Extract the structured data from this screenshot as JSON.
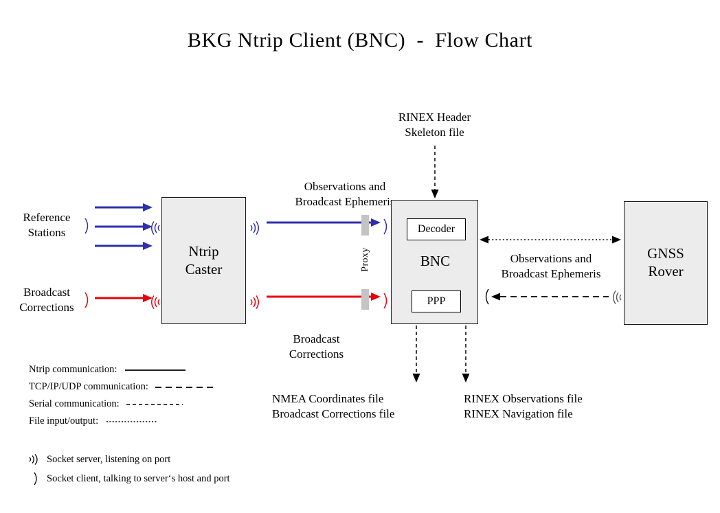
{
  "title": "BKG Ntrip Client (BNC)  -  Flow Chart",
  "colors": {
    "ntrip_blue": "#2f2fae",
    "broadcast_red": "#e8000a",
    "box_fill": "#ececec",
    "box_border": "#1a1a1a",
    "proxy_bar": "#c4c4c4",
    "background": "#ffffff"
  },
  "nodes": {
    "reference_stations": "Reference\nStations",
    "broadcast_corrections_source": "Broadcast\nCorrections",
    "ntrip_caster": "Ntrip\nCaster",
    "bnc": "BNC",
    "decoder": "Decoder",
    "ppp": "PPP",
    "gnss_rover": "GNSS\nRover",
    "proxy": "Proxy"
  },
  "flow_labels": {
    "rinex_header_skeleton": "RINEX Header\nSkeleton file",
    "observations_ephemeris_left": "Observations and\nBroadcast Ephemeris",
    "broadcast_corrections_mid": "Broadcast\nCorrections",
    "observations_ephemeris_right": "Observations and\nBroadcast Ephemeris",
    "nmea_output": "NMEA Coordinates file\nBroadcast Corrections file",
    "rinex_output": "RINEX Observations file\nRINEX Navigation file"
  },
  "legend": {
    "lines": [
      {
        "label": "Ntrip communication:",
        "style": "solid"
      },
      {
        "label": "TCP/IP/UDP communication:",
        "style": "long-dashed"
      },
      {
        "label": "Serial communication:",
        "style": "medium-dashed"
      },
      {
        "label": "File input/output:",
        "style": "fine-dotted"
      }
    ],
    "sockets": [
      {
        "symbol": "socket-server-icon",
        "label": "Socket server, listening on port"
      },
      {
        "symbol": "socket-client-icon",
        "label": "Socket client, talking to server‘s host and port"
      }
    ]
  }
}
